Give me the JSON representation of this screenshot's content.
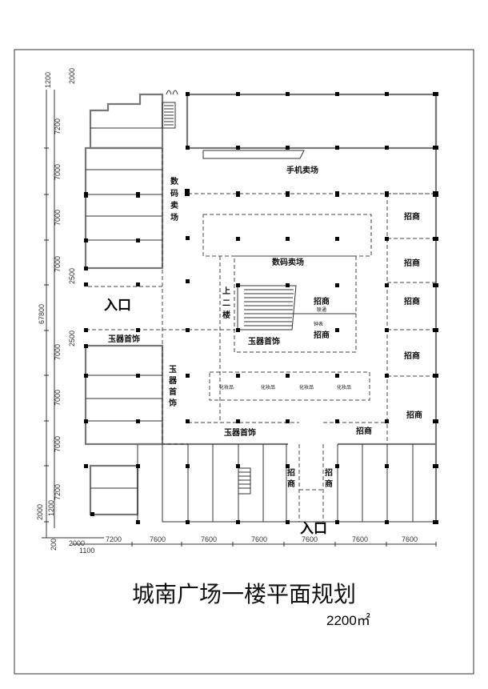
{
  "title": "城南广场一楼平面规划",
  "area": "2200㎡",
  "zones": {
    "mobile_market": "手机卖场",
    "digital_market_top": "数码卖场",
    "digital_market_vertical": "数码卖场",
    "to_second_floor": "上二楼",
    "jade_jewelry_left": "玉器首饰",
    "jade_jewelry_vertical": "玉器首饰",
    "jade_jewelry_center": "玉器首饰",
    "jade_jewelry_bottom": "玉器首饰",
    "leasing": "招商",
    "leasing_small_1": "联通",
    "leasing_small_2": "钟表",
    "cosmetics": "化妆品",
    "entrance": "入口"
  },
  "dimensions": {
    "vertical": [
      "1200",
      "2000",
      "7200",
      "7000",
      "7000",
      "7000",
      "2500",
      "2500",
      "7000",
      "7000",
      "7000",
      "7200",
      "1200",
      "2000",
      "200"
    ],
    "total": "67800",
    "horizontal": [
      "2000",
      "1100",
      "7200",
      "7600",
      "7600",
      "7600",
      "7600",
      "7600",
      "7600"
    ]
  },
  "colors": {
    "line": "#333333",
    "wall": "#777777",
    "column": "#000000"
  }
}
